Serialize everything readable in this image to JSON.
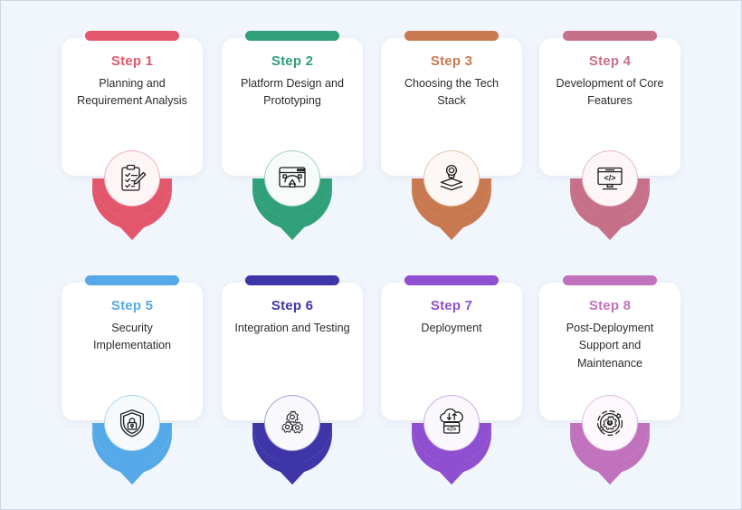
{
  "page": {
    "background_color": "#f1f5fc",
    "border_color": "#cfd6e0",
    "card_background": "#ffffff",
    "body_text_color": "#2b2b2b"
  },
  "rows": [
    {
      "name": "top-row",
      "step_indices": [
        0,
        1,
        2,
        3
      ]
    },
    {
      "name": "bottom-row",
      "step_indices": [
        4,
        5,
        6,
        7
      ]
    }
  ],
  "steps": [
    {
      "label": "Step 1",
      "title": "Planning and Requirement Analysis",
      "color": "#e3576c",
      "icon": "clipboard-checklist-pencil-icon",
      "circle_fill": "#fdf5f6"
    },
    {
      "label": "Step 2",
      "title": "Platform Design and Prototyping",
      "color": "#2fa079",
      "icon": "browser-vector-design-icon",
      "circle_fill": "#f7fbf9"
    },
    {
      "label": "Step 3",
      "title": "Choosing the Tech Stack",
      "color": "#c97950",
      "icon": "stacked-layers-target-icon",
      "circle_fill": "#fdf8f5"
    },
    {
      "label": "Step 4",
      "title": "Development of Core Features",
      "color": "#c67089",
      "icon": "monitor-code-icon",
      "circle_fill": "#fdf6f8"
    },
    {
      "label": "Step 5",
      "title": "Security Implementation",
      "color": "#56a9e8",
      "icon": "shield-lock-icon",
      "circle_fill": "#f6fafd"
    },
    {
      "label": "Step 6",
      "title": "Integration and Testing",
      "color": "#3e35a8",
      "icon": "three-gears-icon",
      "circle_fill": "#f8f8fd"
    },
    {
      "label": "Step 7",
      "title": "Deployment",
      "color": "#8f4fd1",
      "icon": "cloud-deploy-code-icon",
      "circle_fill": "#faf7fd"
    },
    {
      "label": "Step 8",
      "title": "Post-Deployment Support and Maintenance",
      "color": "#c172bd",
      "icon": "gear-wrench-orbit-icon",
      "circle_fill": "#fdf8fc"
    }
  ]
}
